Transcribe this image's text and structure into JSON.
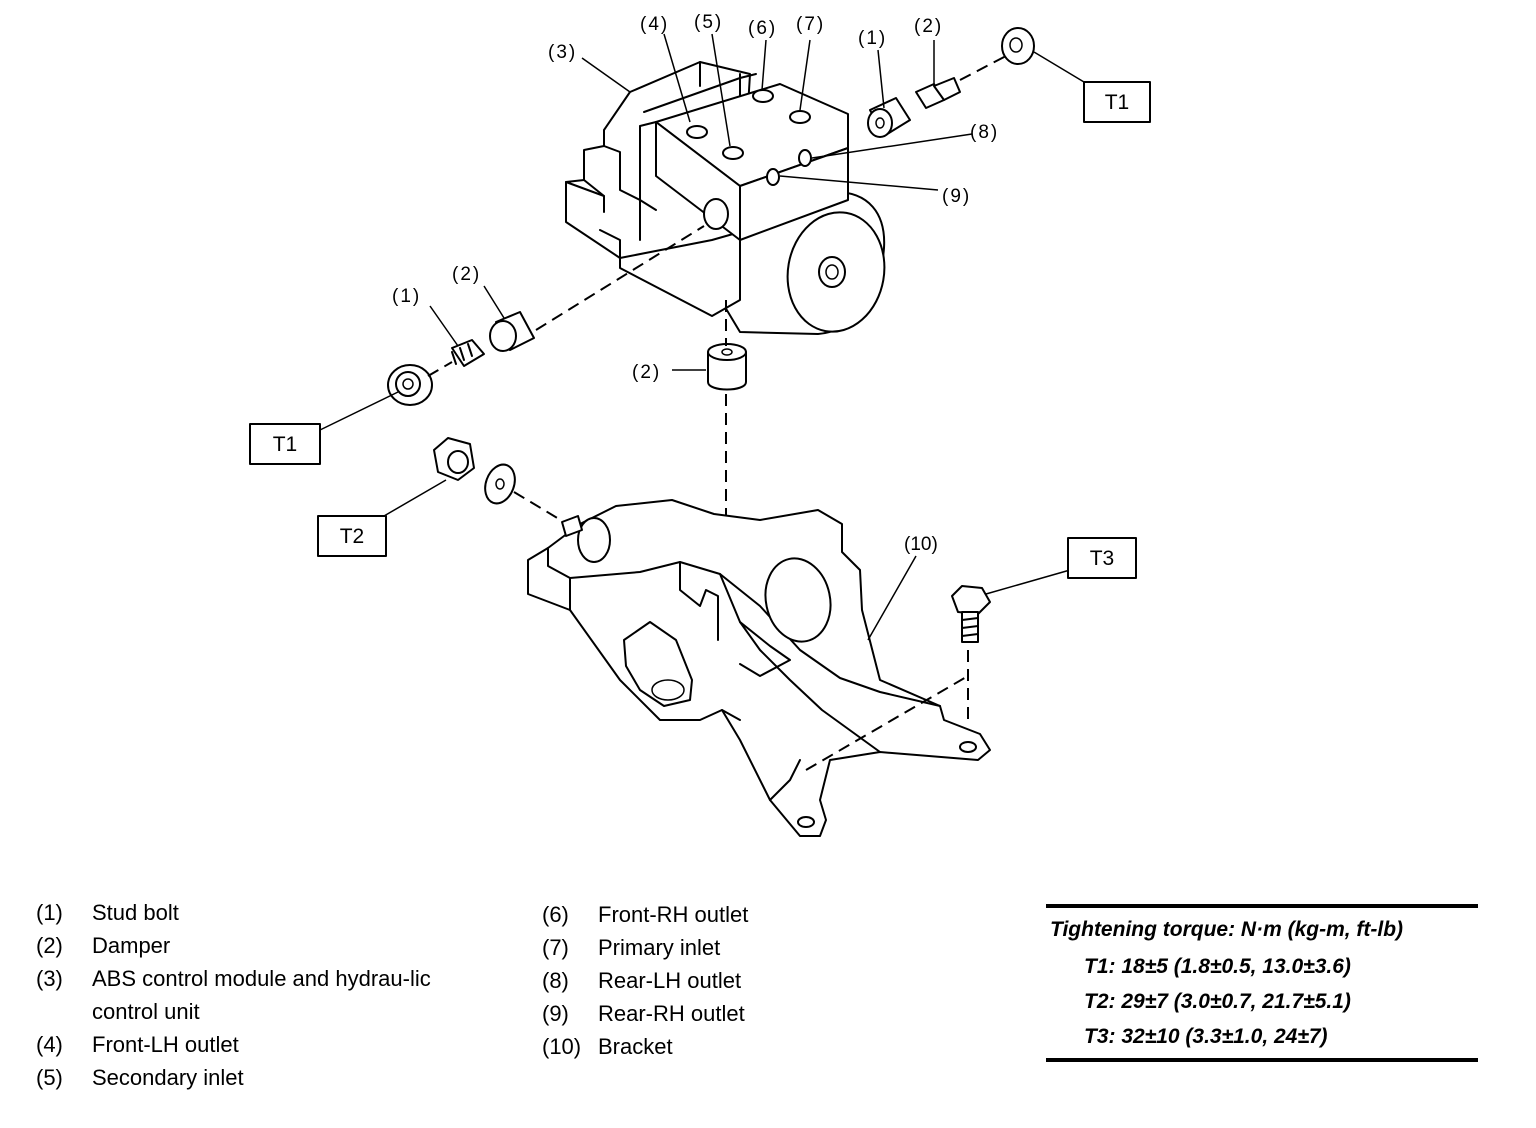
{
  "callouts": {
    "c3": "(3)",
    "c4": "(4)",
    "c5": "(5)",
    "c6": "(6)",
    "c7": "(7)",
    "c1_top": "(1)",
    "c2_top": "(2)",
    "c8": "(8)",
    "c9": "(9)",
    "c1_left": "(1)",
    "c2_left": "(2)",
    "c2_mid": "(2)",
    "c10": "(10)"
  },
  "torque_boxes": {
    "t1_top": "T1",
    "t1_left": "T1",
    "t2": "T2",
    "t3": "T3"
  },
  "legend": [
    {
      "num": "(1)",
      "text": "Stud bolt"
    },
    {
      "num": "(2)",
      "text": "Damper"
    },
    {
      "num": "(3)",
      "text": "ABS control module and hydrau-lic control unit"
    },
    {
      "num": "(4)",
      "text": "Front-LH outlet"
    },
    {
      "num": "(5)",
      "text": "Secondary inlet"
    },
    {
      "num": "(6)",
      "text": "Front-RH outlet"
    },
    {
      "num": "(7)",
      "text": "Primary inlet"
    },
    {
      "num": "(8)",
      "text": "Rear-LH outlet"
    },
    {
      "num": "(9)",
      "text": "Rear-RH outlet"
    },
    {
      "num": "(10)",
      "text": "Bracket"
    }
  ],
  "torque": {
    "heading": "Tightening torque: N·m (kg-m, ft-lb)",
    "rows": [
      "T1: 18±5 (1.8±0.5, 13.0±3.6)",
      "T2: 29±7 (3.0±0.7, 21.7±5.1)",
      "T3: 32±10 (3.3±1.0, 24±7)"
    ]
  }
}
